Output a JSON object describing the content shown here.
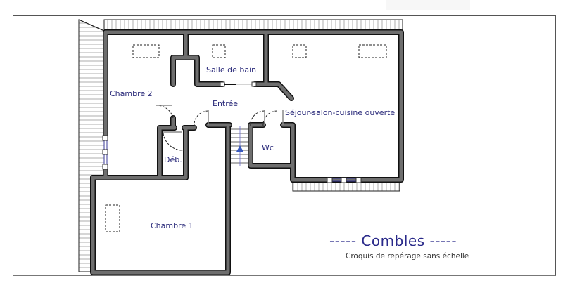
{
  "diagram": {
    "type": "floor-plan",
    "title": "Combles",
    "title_decoration": "-----",
    "subtitle": "Croquis de repérage sans échelle",
    "colors": {
      "wall_fill": "#6e6e6e",
      "wall_stroke": "#111111",
      "label_text": "#2a2a7a",
      "title_text": "#2a2a8a",
      "hatch": "#9a9a9a",
      "frame": "#555555"
    },
    "rooms": [
      {
        "id": "chambre-2",
        "label": "Chambre 2"
      },
      {
        "id": "salle-de-bain",
        "label": "Salle de bain"
      },
      {
        "id": "entree",
        "label": "Entrée"
      },
      {
        "id": "sejour",
        "label": "Séjour-salon-cuisine ouverte"
      },
      {
        "id": "wc",
        "label": "Wc"
      },
      {
        "id": "debarras",
        "label": "Déb."
      },
      {
        "id": "chambre-1",
        "label": "Chambre 1"
      }
    ],
    "features": {
      "skylights": 5,
      "windows": 2,
      "staircase": "up-arrow",
      "doors": 6
    }
  }
}
